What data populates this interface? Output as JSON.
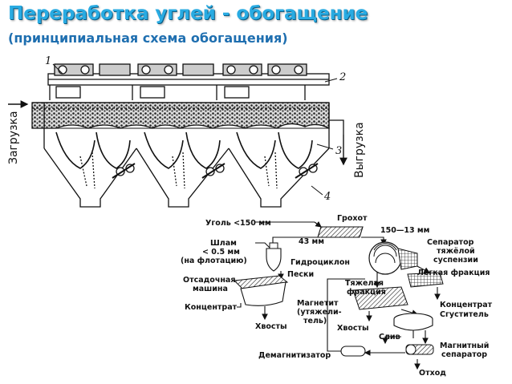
{
  "header": {
    "title": "Переработка углей - обогащение",
    "subtitle": "(принципиальная схема обогащения)"
  },
  "jig": {
    "callouts": [
      "1",
      "2",
      "3",
      "4"
    ],
    "load_label": "Загрузка",
    "unload_label": "Выгрузка"
  },
  "flow": {
    "coal": "Уголь",
    "coal_size": "<150 мм",
    "screen": "Грохот",
    "size_43": "43 мм",
    "size_150_13": "150—13 мм",
    "separator_lines": [
      "Сепаратор",
      "тяжёлой",
      "суспензии"
    ],
    "sludge_lines": [
      "Шлам",
      "< 0.5 мм",
      "(на флотацию)"
    ],
    "hydrocyclone": "Гидроциклон",
    "sands": "Пески",
    "jig_lines": [
      "Отсадочная",
      "машина"
    ],
    "light_fraction": "Легкая фракция",
    "heavy_lines": [
      "Тяжелая",
      "фракция"
    ],
    "magnetite_lines": [
      "Магнетит",
      "(утяжели-",
      "тель)"
    ],
    "concentrate_left": "Концентрат",
    "concentrate_right": "Концентрат",
    "thickener": "Сгуститель",
    "tails_left": "Хвосты",
    "tails_mid": "Хвосты",
    "drain": "Слив",
    "mag_sep_lines": [
      "Магнитный",
      "сепаратор"
    ],
    "demagnetizer": "Демагнитизатор",
    "waste": "Отход"
  }
}
